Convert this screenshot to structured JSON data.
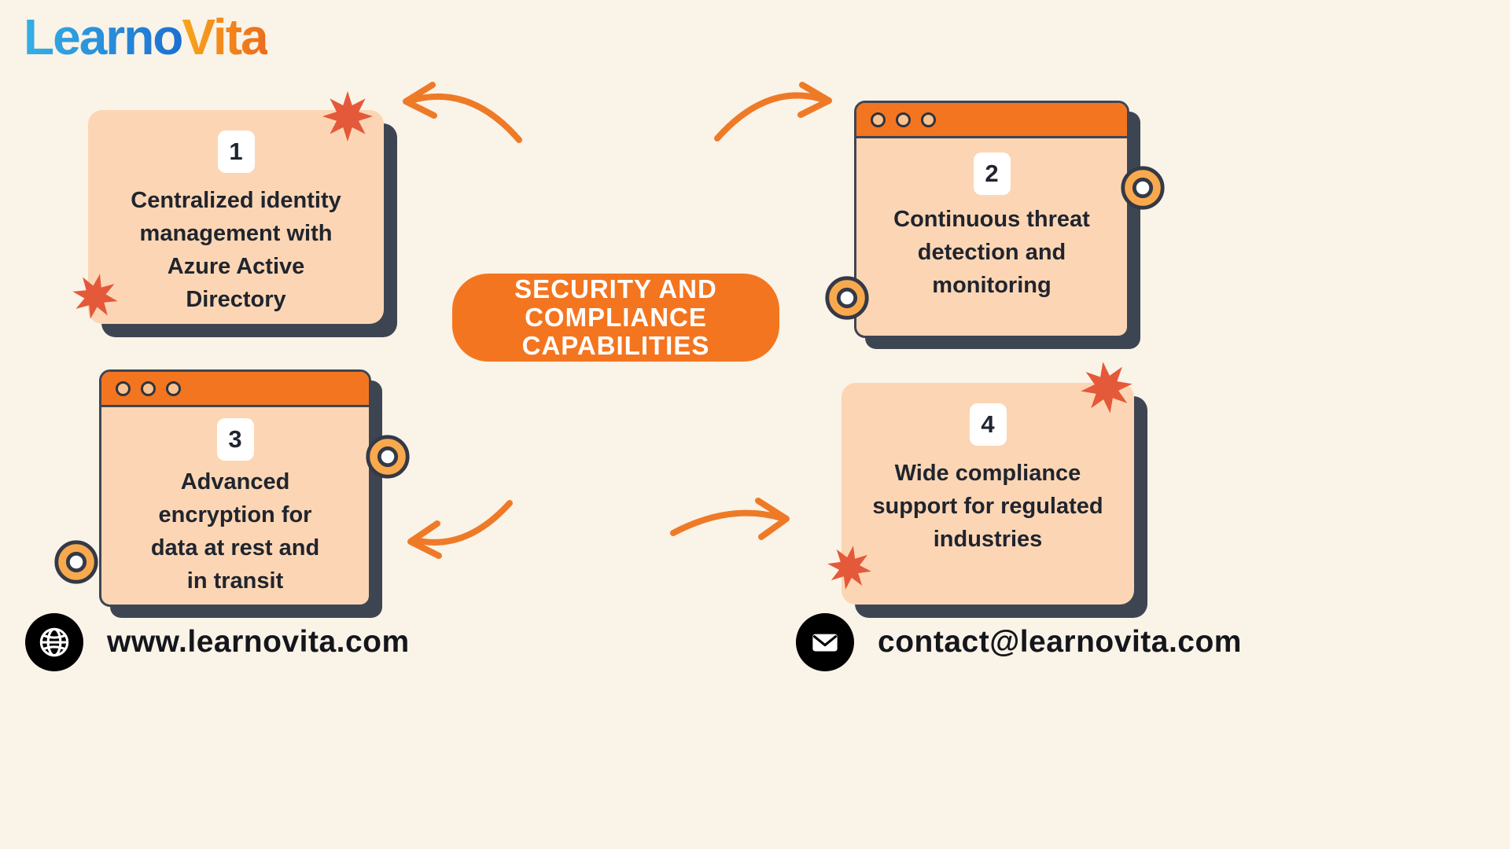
{
  "brand": {
    "name": "LearnoVita",
    "logo_part1": "Learno",
    "logo_part2": "Vita"
  },
  "center": {
    "title": "SECURITY AND COMPLIANCE CAPABILITIES",
    "lines": [
      "SECURITY AND",
      "COMPLIANCE",
      "CAPABILITIES"
    ]
  },
  "cards": [
    {
      "number": "1",
      "text": "Centralized identity management with Azure Active Directory",
      "lines": [
        "Centralized identity",
        "management with",
        "Azure Active",
        "Directory"
      ]
    },
    {
      "number": "2",
      "text": "Continuous threat detection and monitoring",
      "lines": [
        "Continuous threat",
        "detection and",
        "monitoring"
      ]
    },
    {
      "number": "3",
      "text": "Advanced encryption for data at rest and in transit",
      "lines": [
        "Advanced",
        "encryption for",
        "data at rest and",
        "in transit"
      ]
    },
    {
      "number": "4",
      "text": "Wide compliance support for regulated industries",
      "lines": [
        "Wide compliance",
        "support for regulated",
        "industries"
      ]
    }
  ],
  "footer": {
    "website": "www.learnovita.com",
    "email": "contact@learnovita.com"
  },
  "colors": {
    "background": "#faf3e7",
    "card": "#fcd6b4",
    "orange": "#f4751f",
    "shadow": "#3e4552",
    "starburst": "#e4593a",
    "donut": "#f9a94d",
    "text": "#20242e",
    "logo_blue": "#1c6fd1",
    "logo_orange": "#ec6c1d"
  }
}
